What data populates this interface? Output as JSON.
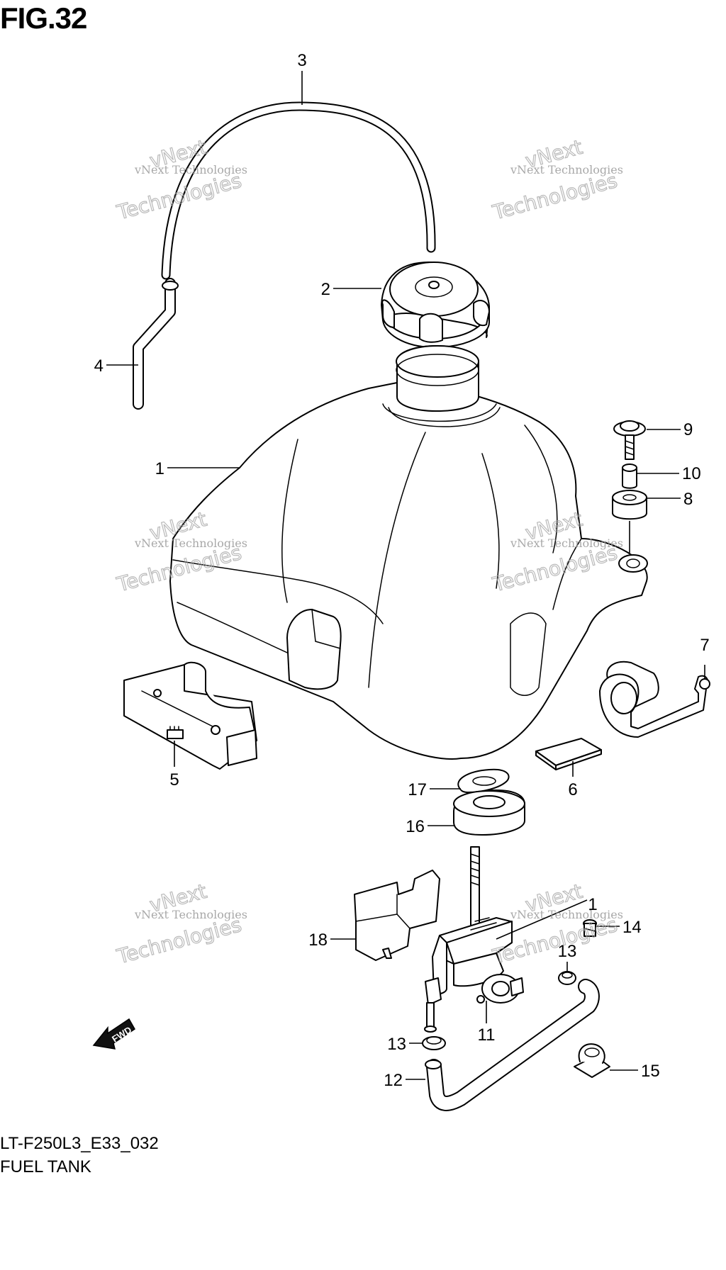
{
  "figure": {
    "title": "FIG.32",
    "model_code": "LT-F250L3_E33_032",
    "caption": "FUEL TANK"
  },
  "watermark": {
    "line1": "vNext Technologies",
    "line2": "Technologies",
    "line3": "vNext"
  },
  "forward_arrow_label": "FWD",
  "callouts": [
    "1",
    "2",
    "3",
    "4",
    "5",
    "6",
    "7",
    "8",
    "9",
    "10",
    "11",
    "12",
    "13",
    "14",
    "15",
    "16",
    "17",
    "18"
  ]
}
